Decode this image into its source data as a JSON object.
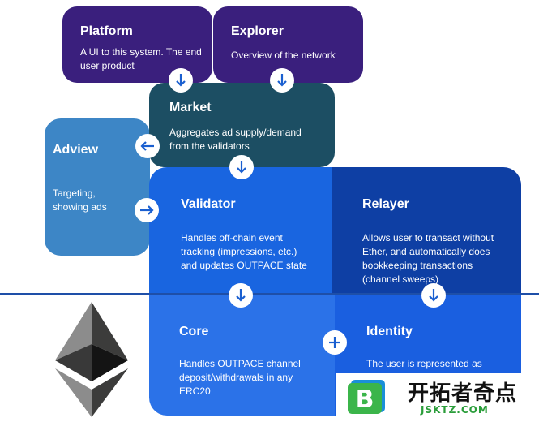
{
  "nodes": {
    "platform": {
      "title": "Platform",
      "desc": "A UI to this system. The end user product"
    },
    "explorer": {
      "title": "Explorer",
      "desc": "Overview of the network"
    },
    "market": {
      "title": "Market",
      "desc": "Aggregates ad supply/demand from the validators"
    },
    "adview": {
      "title": "Adview",
      "desc": "Targeting, showing ads"
    },
    "validator": {
      "title": "Validator",
      "desc": "Handles off-chain event tracking (impressions, etc.) and updates OUTPACE state"
    },
    "relayer": {
      "title": "Relayer",
      "desc": "Allows user to transact without Ether, and automatically does bookkeeping transactions (channel sweeps)"
    },
    "core": {
      "title": "Core",
      "desc": "Handles OUTPACE channel deposit/withdrawals in any ERC20"
    },
    "identity": {
      "title": "Identity",
      "desc": "The user is represented as"
    }
  },
  "watermark": {
    "brand": "开拓者奇点",
    "url": "JSKTZ.COM",
    "logo_letter": "B"
  },
  "colors": {
    "purple": "#3a1f7d",
    "teal": "#1c4e63",
    "adview_blue": "#3d86c6",
    "validator_blue": "#1965e0",
    "relayer_blue": "#0e3fa4",
    "core_blue": "#2b72e8",
    "identity_blue": "#1a5fe0",
    "arrow": "#1a5fd0"
  },
  "icons": [
    "arrow-down-icon",
    "arrow-left-icon",
    "arrow-right-icon",
    "plus-icon",
    "ethereum-logo-icon"
  ]
}
